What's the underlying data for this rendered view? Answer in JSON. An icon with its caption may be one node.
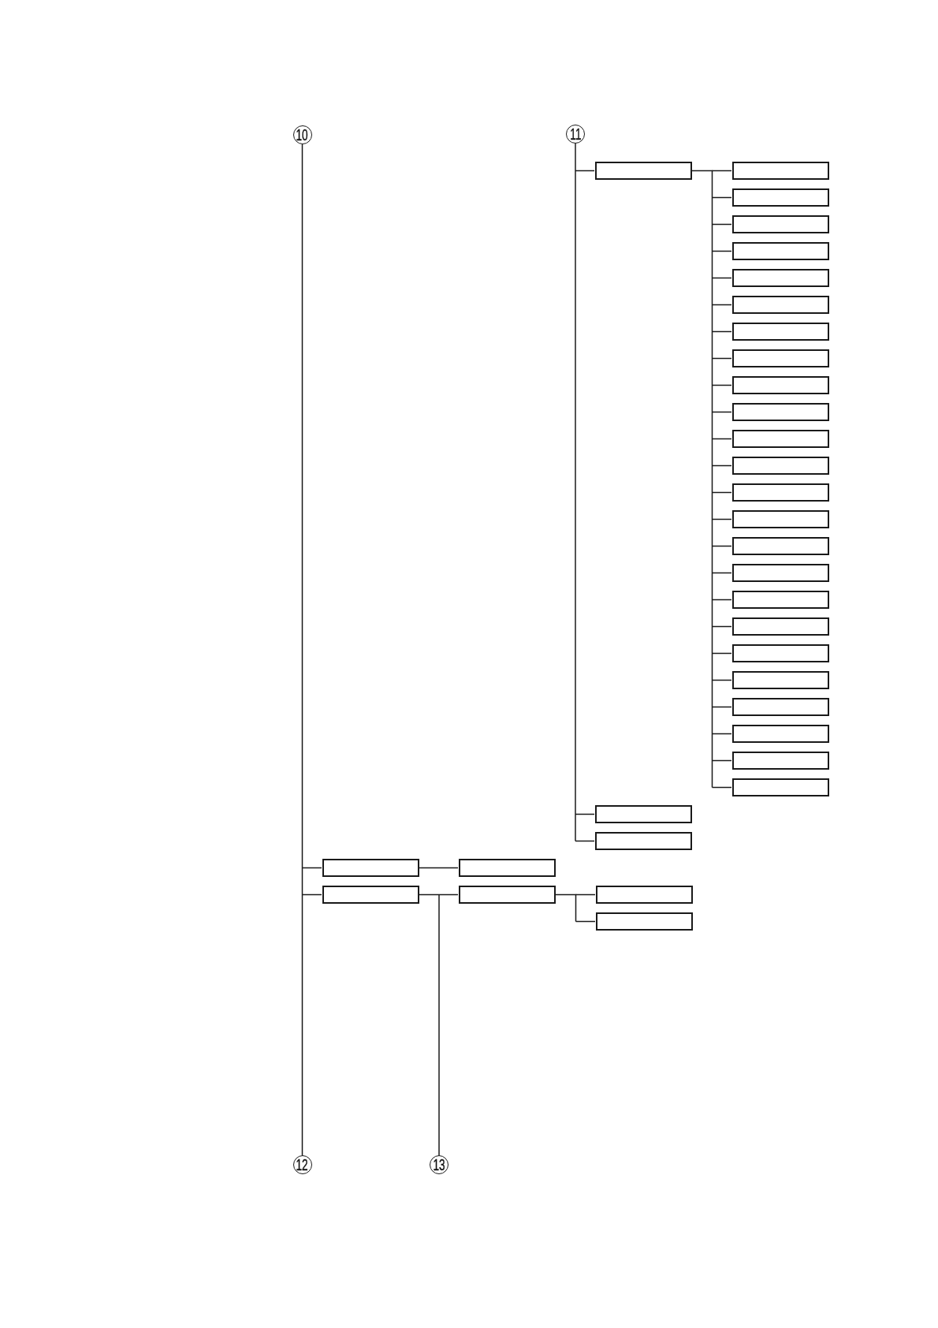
{
  "diagram": {
    "nodes": [
      {
        "text": [
          "10"
        ]
      },
      {
        "text": [
          "11"
        ]
      },
      {
        "text": [],
        "shape": "box"
      },
      {
        "text": [],
        "shape": "box"
      },
      {
        "text": [],
        "shape": "box"
      },
      {
        "text": [],
        "shape": "box"
      },
      {
        "text": [],
        "shape": "box"
      },
      {
        "text": [],
        "shape": "box"
      },
      {
        "text": [],
        "shape": "box"
      },
      {
        "text": [],
        "shape": "box"
      },
      {
        "text": [],
        "shape": "box"
      },
      {
        "text": [],
        "shape": "box"
      },
      {
        "text": [],
        "shape": "box"
      },
      {
        "text": [],
        "shape": "box"
      },
      {
        "text": [],
        "shape": "box"
      },
      {
        "text": [],
        "shape": "box"
      },
      {
        "text": [],
        "shape": "box"
      },
      {
        "text": [],
        "shape": "box"
      },
      {
        "text": [],
        "shape": "box"
      },
      {
        "text": [],
        "shape": "box"
      },
      {
        "text": [],
        "shape": "box"
      },
      {
        "text": [],
        "shape": "box"
      },
      {
        "text": [],
        "shape": "box"
      },
      {
        "text": [],
        "shape": "box"
      },
      {
        "text": [],
        "shape": "box"
      },
      {
        "text": [],
        "shape": "box"
      },
      {
        "text": [],
        "shape": "box"
      },
      {
        "text": [],
        "shape": "box"
      },
      {
        "text": [],
        "shape": "box"
      },
      {
        "text": [],
        "shape": "box"
      },
      {
        "text": [],
        "shape": "box"
      },
      {
        "text": [],
        "shape": "box"
      },
      {
        "text": [],
        "shape": "box"
      },
      {
        "text": [],
        "shape": "box"
      },
      {
        "text": [],
        "shape": "box"
      },
      {
        "text": [
          "12"
        ]
      },
      {
        "text": [
          "13"
        ]
      }
    ],
    "edges": [
      {
        "from": 1,
        "to": 2,
        "arrow": "none"
      },
      {
        "from": 2,
        "to": 3,
        "arrow": "none"
      },
      {
        "from": 2,
        "to": 4,
        "arrow": "none"
      },
      {
        "from": 2,
        "to": 5,
        "arrow": "none"
      },
      {
        "from": 2,
        "to": 6,
        "arrow": "none"
      },
      {
        "from": 2,
        "to": 7,
        "arrow": "none"
      },
      {
        "from": 2,
        "to": 8,
        "arrow": "none"
      },
      {
        "from": 2,
        "to": 9,
        "arrow": "none"
      },
      {
        "from": 2,
        "to": 10,
        "arrow": "none"
      },
      {
        "from": 2,
        "to": 11,
        "arrow": "none"
      },
      {
        "from": 2,
        "to": 12,
        "arrow": "none"
      },
      {
        "from": 2,
        "to": 13,
        "arrow": "none"
      },
      {
        "from": 2,
        "to": 14,
        "arrow": "none"
      },
      {
        "from": 2,
        "to": 15,
        "arrow": "none"
      },
      {
        "from": 2,
        "to": 16,
        "arrow": "none"
      },
      {
        "from": 2,
        "to": 17,
        "arrow": "none"
      },
      {
        "from": 2,
        "to": 18,
        "arrow": "none"
      },
      {
        "from": 2,
        "to": 19,
        "arrow": "none"
      },
      {
        "from": 2,
        "to": 20,
        "arrow": "none"
      },
      {
        "from": 2,
        "to": 21,
        "arrow": "none"
      },
      {
        "from": 2,
        "to": 22,
        "arrow": "none"
      },
      {
        "from": 2,
        "to": 23,
        "arrow": "none"
      },
      {
        "from": 2,
        "to": 24,
        "arrow": "none"
      },
      {
        "from": 2,
        "to": 25,
        "arrow": "none"
      },
      {
        "from": 2,
        "to": 26,
        "arrow": "none"
      },
      {
        "from": 1,
        "to": 27,
        "arrow": "none"
      },
      {
        "from": 1,
        "to": 28,
        "arrow": "none"
      },
      {
        "from": 0,
        "to": 29,
        "arrow": "none"
      },
      {
        "from": 29,
        "to": 30,
        "arrow": "none"
      },
      {
        "from": 0,
        "to": 31,
        "arrow": "none"
      },
      {
        "from": 31,
        "to": 32,
        "arrow": "none"
      },
      {
        "from": 32,
        "to": 33,
        "arrow": "none"
      },
      {
        "from": 32,
        "to": 34,
        "arrow": "none"
      },
      {
        "from": 0,
        "to": 35,
        "arrow": "none"
      },
      {
        "from": 31,
        "to": 36,
        "arrow": "none"
      }
    ]
  }
}
